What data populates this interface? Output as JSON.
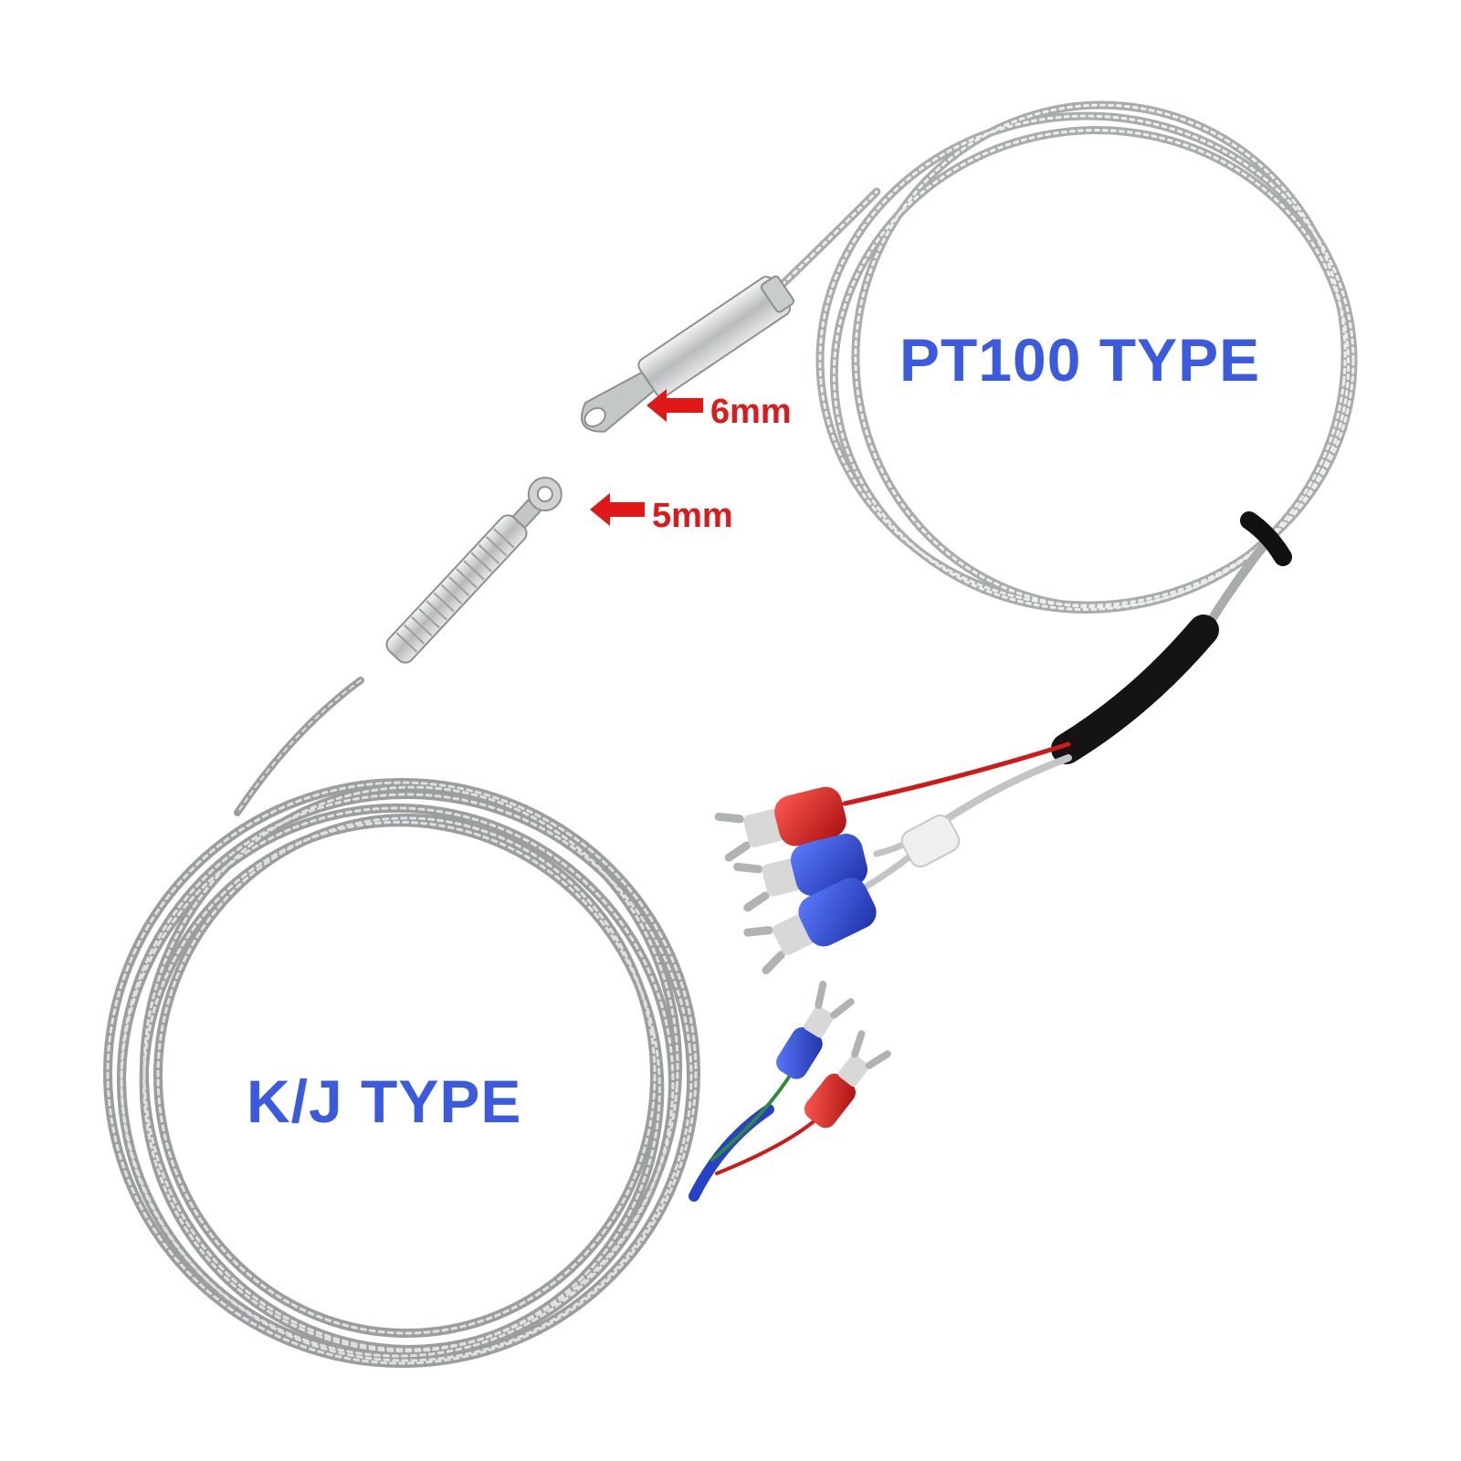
{
  "labels": {
    "pt100": "PT100 TYPE",
    "kj": "K/J TYPE",
    "pt100_hole": "6mm",
    "kj_hole": "5mm"
  },
  "colors": {
    "type_label": "#3a5be0",
    "dimension_label": "#e01818",
    "arrow": "#e01818",
    "cable_braid": "#b9bcbd",
    "lead_red": "#d01a1a",
    "lead_blue": "#2742c8",
    "lead_green": "#2e8b3a"
  },
  "icons": {
    "arrow": "left-arrow-icon",
    "terminal": "spade-terminal-icon"
  }
}
